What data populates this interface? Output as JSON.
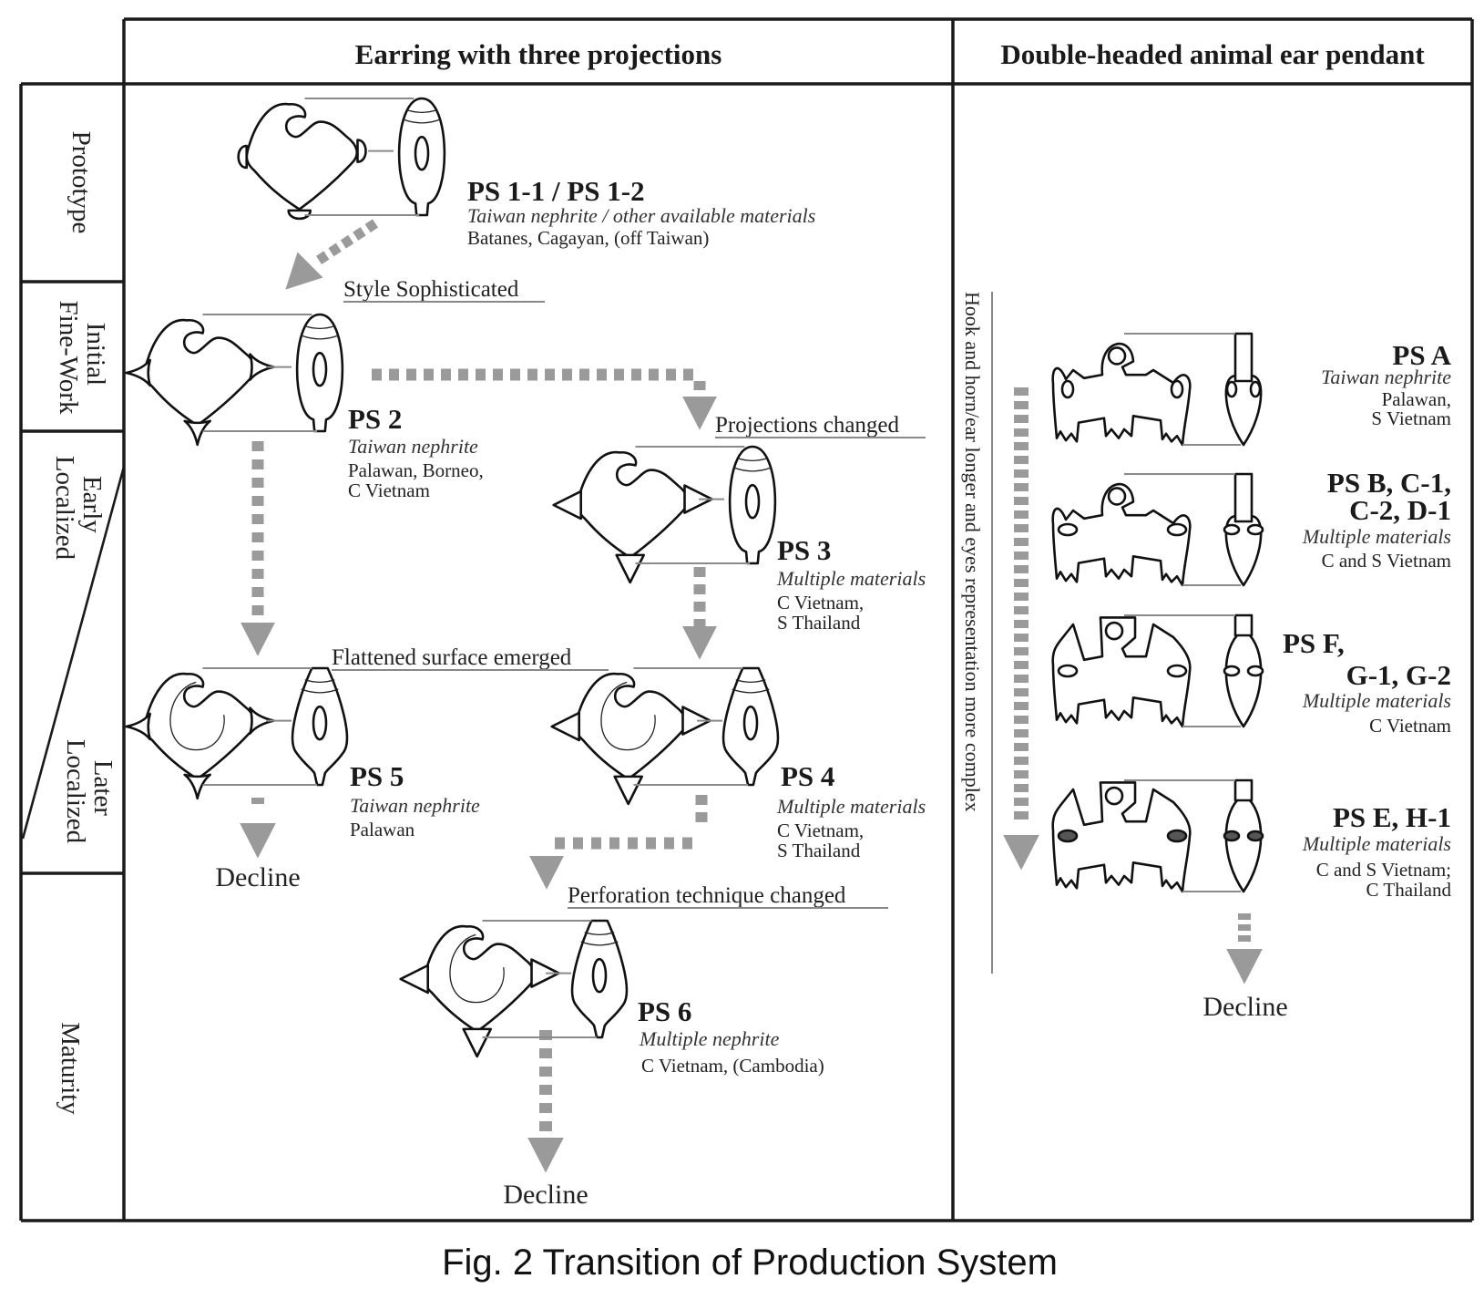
{
  "header": {
    "left_column_title": "Earring with three projections",
    "right_column_title": "Double-headed animal ear pendant"
  },
  "stages": [
    {
      "id": "prototype",
      "lines": [
        "Prototype"
      ]
    },
    {
      "id": "initial-fine-work",
      "lines": [
        "Initial",
        "Fine-Work"
      ]
    },
    {
      "id": "early-localized",
      "lines": [
        "Early",
        "Localized"
      ]
    },
    {
      "id": "later-localized",
      "lines": [
        "Later",
        "Localized"
      ]
    },
    {
      "id": "maturity",
      "lines": [
        "Maturity"
      ]
    }
  ],
  "earrings": [
    {
      "id": "ps1",
      "label": "PS 1-1 / PS 1-2",
      "material": "Taiwan nephrite / other available materials",
      "places": [
        "Batanes, Cagayan, (off Taiwan)"
      ]
    },
    {
      "id": "ps2",
      "label": "PS 2",
      "material": "Taiwan nephrite",
      "places": [
        "Palawan, Borneo,",
        "C Vietnam"
      ]
    },
    {
      "id": "ps3",
      "label": "PS 3",
      "material": "Multiple materials",
      "places": [
        "C Vietnam,",
        "S Thailand"
      ]
    },
    {
      "id": "ps5",
      "label": "PS 5",
      "material": "Taiwan nephrite",
      "places": [
        "Palawan"
      ]
    },
    {
      "id": "ps4",
      "label": "PS 4",
      "material": "Multiple materials",
      "places": [
        "C Vietnam,",
        "S Thailand"
      ]
    },
    {
      "id": "ps6",
      "label": "PS 6",
      "material": "Multiple nephrite",
      "places": [
        "C Vietnam, (Cambodia)"
      ]
    }
  ],
  "transitions": {
    "style_sophisticated": "Style Sophisticated",
    "projections_changed": "Projections changed",
    "flattened_surface": "Flattened surface emerged",
    "perforation_changed": "Perforation technique changed"
  },
  "decline_label": "Decline",
  "pendants": [
    {
      "id": "psa",
      "label_lines": [
        "PS A"
      ],
      "material": "Taiwan nephrite",
      "places": [
        "Palawan,",
        "S Vietnam"
      ]
    },
    {
      "id": "psb",
      "label_lines": [
        "PS B, C-1,",
        "C-2, D-1"
      ],
      "material": "Multiple materials",
      "places": [
        "C and S Vietnam"
      ]
    },
    {
      "id": "psf",
      "label_lines": [
        "PS F,",
        "G-1, G-2"
      ],
      "material": "Multiple materials",
      "places": [
        "C Vietnam"
      ]
    },
    {
      "id": "pse",
      "label_lines": [
        "PS E, H-1"
      ],
      "material": "Multiple materials",
      "places": [
        "C and S Vietnam;",
        "C Thailand"
      ]
    }
  ],
  "pendant_trend": "Hook and horn/ear longer and eyes representation more complex",
  "caption": "Fig. 2 Transition of Production System",
  "colors": {
    "grid": "#1a1a1a",
    "arrow": "#9a9a9a",
    "guide": "#8a8a8a"
  }
}
